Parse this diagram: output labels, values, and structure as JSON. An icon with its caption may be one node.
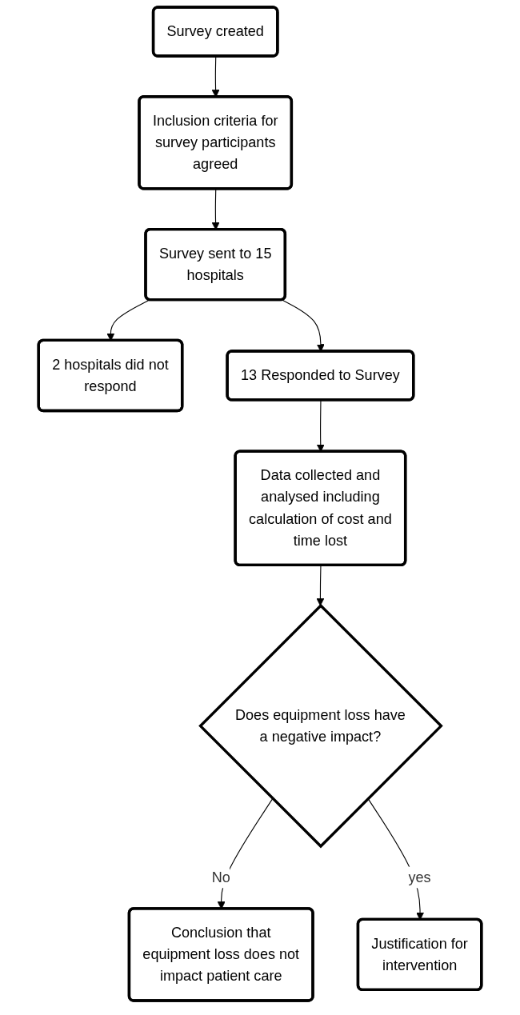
{
  "diagram": {
    "nodes": [
      {
        "text": [
          "Survey created"
        ]
      },
      {
        "text": [
          "Inclusion criteria for survey participants agreed"
        ]
      },
      {
        "text": [
          "Survey sent to 15 hospitals"
        ]
      },
      {
        "text": [
          "2 hospitals did not respond"
        ]
      },
      {
        "text": [
          "13 Responded to Survey"
        ]
      },
      {
        "text": [
          "Data collected and analysed including calculation of cost and time lost"
        ]
      },
      {
        "text": [
          "Does equipment loss have a negative impact?"
        ]
      },
      {
        "text": [
          "Conclusion that equipment loss does not impact patient care"
        ]
      },
      {
        "text": [
          "Justification for intervention"
        ]
      }
    ],
    "edges": [
      {
        "from": 0,
        "to": 1,
        "arrow": "to"
      },
      {
        "from": 1,
        "to": 2,
        "arrow": "to"
      },
      {
        "from": 2,
        "to": 3,
        "arrow": "to"
      },
      {
        "from": 2,
        "to": 4,
        "arrow": "to"
      },
      {
        "from": 4,
        "to": 5,
        "arrow": "to"
      },
      {
        "from": 5,
        "to": 6,
        "arrow": "to"
      },
      {
        "from": 6,
        "to": 7,
        "arrow": "to",
        "label": "No"
      },
      {
        "from": 6,
        "to": 8,
        "arrow": "to",
        "label": "yes"
      }
    ]
  }
}
